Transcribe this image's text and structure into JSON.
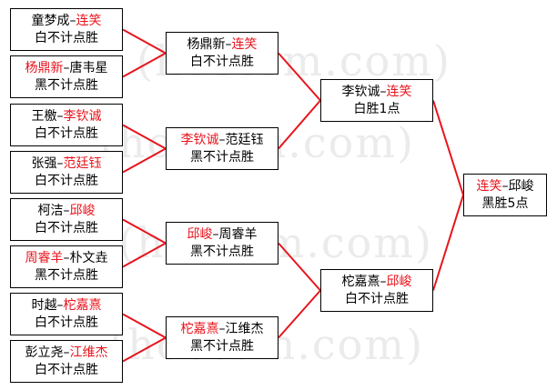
{
  "watermark": "(hoetom.com)",
  "matches": {
    "r1m1": {
      "p1": "童梦成",
      "p2": "连笑",
      "winner": 2,
      "result": "白不计点胜"
    },
    "r1m2": {
      "p1": "杨鼎新",
      "p2": "唐韦星",
      "winner": 1,
      "result": "黑不计点胜"
    },
    "r1m3": {
      "p1": "王檄",
      "p2": "李钦诚",
      "winner": 2,
      "result": "白不计点胜"
    },
    "r1m4": {
      "p1": "张强",
      "p2": "范廷钰",
      "winner": 2,
      "result": "白不计点胜"
    },
    "r1m5": {
      "p1": "柯洁",
      "p2": "邱峻",
      "winner": 2,
      "result": "白不计点胜"
    },
    "r1m6": {
      "p1": "周睿羊",
      "p2": "朴文垚",
      "winner": 1,
      "result": "黑不计点胜"
    },
    "r1m7": {
      "p1": "时越",
      "p2": "柁嘉熹",
      "winner": 2,
      "result": "白不计点胜"
    },
    "r1m8": {
      "p1": "彭立尧",
      "p2": "江维杰",
      "winner": 2,
      "result": "白不计点胜"
    },
    "r2m1": {
      "p1": "杨鼎新",
      "p2": "连笑",
      "winner": 2,
      "result": "白不计点胜"
    },
    "r2m2": {
      "p1": "李钦诚",
      "p2": "范廷钰",
      "winner": 1,
      "result": "黑不计点胜"
    },
    "r2m3": {
      "p1": "邱峻",
      "p2": "周睿羊",
      "winner": 1,
      "result": "黑不计点胜"
    },
    "r2m4": {
      "p1": "柁嘉熹",
      "p2": "江维杰",
      "winner": 1,
      "result": "黑不计点胜"
    },
    "r3m1": {
      "p1": "李钦诚",
      "p2": "连笑",
      "winner": 2,
      "result": "白胜1点"
    },
    "r3m2": {
      "p1": "柁嘉熹",
      "p2": "邱峻",
      "winner": 2,
      "result": "白不计点胜"
    },
    "final": {
      "p1": "连笑",
      "p2": "邱峻",
      "winner": 1,
      "result": "黑胜5点"
    }
  },
  "colors": {
    "winner": "#e8141c",
    "connector": "#e8141c",
    "border": "#000000"
  }
}
